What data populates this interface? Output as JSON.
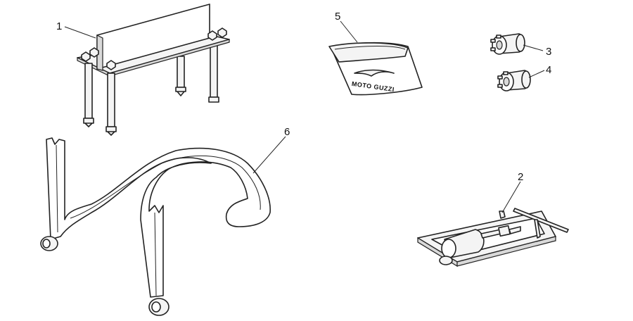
{
  "callouts": {
    "c1": "1",
    "c2": "2",
    "c3": "3",
    "c4": "4",
    "c5": "5",
    "c6": "6"
  },
  "logo": {
    "text": "MOTO GUZZI"
  },
  "colors": {
    "line": "#222222",
    "fill": "#f4f4f4",
    "background": "#ffffff"
  }
}
